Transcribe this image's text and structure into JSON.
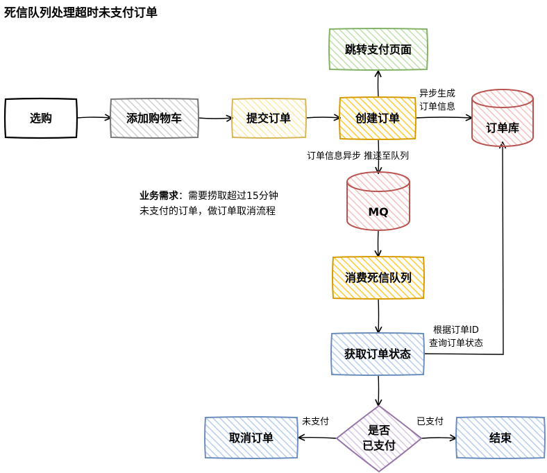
{
  "title": "死信队列处理超时未支付订单",
  "note": {
    "label": "业务需求",
    "separator": "：",
    "line1": "需要捞取超过15分钟",
    "line2": "未支付的订单，做订单取消流程"
  },
  "nodes": {
    "select": "选购",
    "add_cart": "添加购物车",
    "submit_order": "提交订单",
    "create_order": "创建订单",
    "jump_pay": "跳转支付页面",
    "order_db": "订单库",
    "mq": "MQ",
    "consume_dlq": "消费死信队列",
    "get_status": "获取订单状态",
    "is_paid": [
      "是否",
      "已支付"
    ],
    "cancel_order": "取消订单",
    "end": "结束"
  },
  "edge_labels": {
    "async_gen": [
      "异步生成",
      "订单信息"
    ],
    "async_push": "订单信息异步 推送至队列",
    "query_by_id": [
      "根据订单ID",
      "查询订单状态"
    ],
    "unpaid": "未支付",
    "paid": "已支付"
  },
  "colors": {
    "black": "#000000",
    "gray_stroke": "#777777",
    "gray_fill": "#dddddd",
    "yellow_stroke": "#d6b656",
    "yellow_fill": "#fff2cc",
    "orange_stroke": "#d79b00",
    "orange_fill": "#ffd56a",
    "green_stroke": "#82b366",
    "green_fill": "#cde8bd",
    "red_stroke": "#b85450",
    "red_fill": "#f8cecc",
    "blue_stroke": "#6c8ebf",
    "blue_fill": "#c9d9f1",
    "purple_stroke": "#9673a6",
    "purple_fill": "#e1d5e7"
  }
}
